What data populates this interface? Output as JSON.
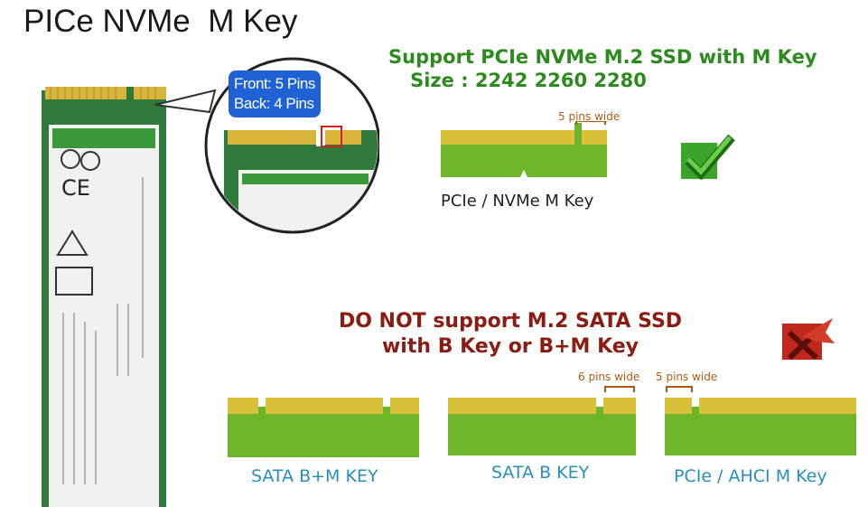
{
  "title": "PICe NVMe  M Key",
  "bubble": {
    "front": "Front: 5 Pins",
    "back": "Back: 4 Pins"
  },
  "supported": {
    "line1": "Support PCIe NVMe M.2 SSD with M Key",
    "line2": "Size : 2242 2260 2280",
    "pins_note": "5 pins wide",
    "key_label": "PCIe / NVMe M Key"
  },
  "unsupported": {
    "line1": "DO NOT support M.2 SATA SSD",
    "line2": "with B Key or B+M Key",
    "pins_note_b": "6 pins wide",
    "pins_note_m": "5 pins wide",
    "labels": [
      "SATA B+M KEY",
      "SATA B KEY",
      "PCIe / AHCI M Key"
    ]
  },
  "colors": {
    "connector_green": "#6fb52a",
    "pin_gold": "#d8c23a",
    "accent_green": "#2d8a1e",
    "accent_red": "#8a1c12",
    "label_blue": "#2a8fc0"
  }
}
